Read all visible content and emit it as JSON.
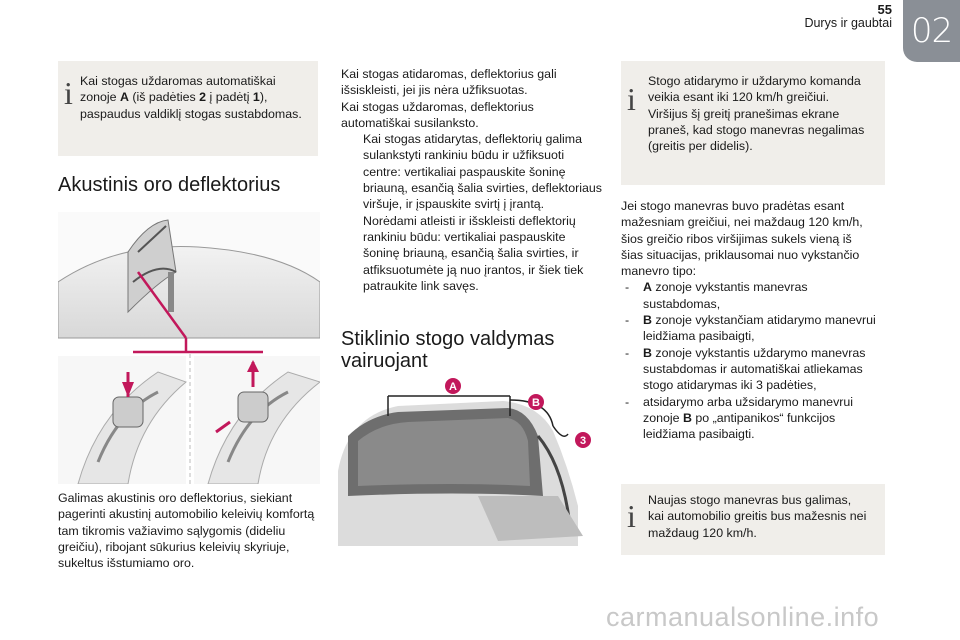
{
  "header": {
    "page_number": "55",
    "chapter": "Durys ir gaubtai",
    "chapter_number": "02"
  },
  "col1": {
    "info1": {
      "l1": "Kai stogas uždaromas automatiškai",
      "l2_a": "zonoje ",
      "l2_b": "A",
      "l2_c": " (iš padėties ",
      "l2_d": "2",
      "l2_e": " į padėtį ",
      "l2_f": "1",
      "l2_g": "),",
      "l3": "paspaudus valdiklį stogas sustabdomas."
    },
    "heading": "Akustinis oro deflektorius",
    "paragraph": [
      "Galimas akustinis oro deflektorius, siekiant",
      "pagerinti akustinį automobilio keleivių komfortą",
      "tam tikromis važiavimo sąlygomis (dideliu",
      "greičiu), ribojant sūkurius keleivių skyriuje,",
      "sukeltus išstumiamo oro."
    ]
  },
  "col2": {
    "intro": [
      "Kai stogas atidaromas, deflektorius gali",
      "išsiskleisti, jei jis nėra užfiksuotas.",
      "Kai stogas uždaromas, deflektorius",
      "automatiškai susilanksto."
    ],
    "steps": [
      {
        "mark": "",
        "lines": [
          "Kai stogas atidarytas, deflektorių galima",
          "sulankstyti rankiniu būdu ir užfiksuoti",
          "centre: vertikaliai paspauskite šoninę",
          "briauną, esančią šalia svirties, deflektoriaus",
          "viršuje, ir įspauskite svirtį į įrantą."
        ]
      },
      {
        "mark": "",
        "lines": [
          "Norėdami atleisti ir išskleisti deflektorių",
          "rankiniu būdu: vertikaliai paspauskite",
          "šoninę briauną, esančią šalia svirties, ir",
          "atfiksuotumėte ją nuo įrantos, ir šiek tiek",
          "patraukite link savęs."
        ]
      }
    ],
    "heading_l1": "Stiklinio stogo valdymas",
    "heading_l2": "vairuojant",
    "diagram_labels": {
      "a": "A",
      "b": "B",
      "three": "3"
    }
  },
  "col3": {
    "info2": [
      "Stogo atidarymo ir uždarymo komanda",
      "veikia esant iki 120 km/h greičiui.",
      "Viršijus šį greitį pranešimas ekrane",
      "praneš, kad stogo manevras negalimas",
      "(greitis per didelis)."
    ],
    "intro": [
      "Jei stogo manevras buvo pradėtas esant",
      "mažesniam greičiui, nei maždaug 120 km/h,",
      "šios greičio ribos viršijimas sukels vieną iš",
      "šias situacijas, priklausomai nuo vykstančio",
      "manevro tipo:"
    ],
    "items": [
      {
        "dash": "-",
        "b": "A",
        "l1": " zonoje vykstantis manevras",
        "rest": [
          "sustabdomas,"
        ]
      },
      {
        "dash": "-",
        "b": "B",
        "l1": " zonoje vykstančiam atidarymo manevrui",
        "rest": [
          "leidžiama pasibaigti,"
        ]
      },
      {
        "dash": "-",
        "b": "B",
        "l1": " zonoje vykstantis uždarymo manevras",
        "rest": [
          "sustabdomas ir automatiškai atliekamas",
          "stogo atidarymas iki 3 padėties,"
        ]
      },
      {
        "dash": "-",
        "b": "",
        "l1": "atsidarymo arba užsidarymo manevrui",
        "rest": []
      }
    ],
    "item4_l2a": "zonoje ",
    "item4_l2b": "B",
    "item4_l2c": " po „antipanikos“ funkcijos",
    "item4_l3": "leidžiama pasibaigti.",
    "info3": [
      "Naujas stogo manevras bus galimas,",
      "kai automobilio greitis bus mažesnis nei",
      "maždaug 120 km/h."
    ]
  },
  "icons": {
    "info": "i"
  },
  "footer": {
    "watermark": "carmanualsonline.info"
  },
  "colors": {
    "info_bg": "#f0eeea",
    "tab": "#8a8f96",
    "accent_red": "#c2185b"
  }
}
